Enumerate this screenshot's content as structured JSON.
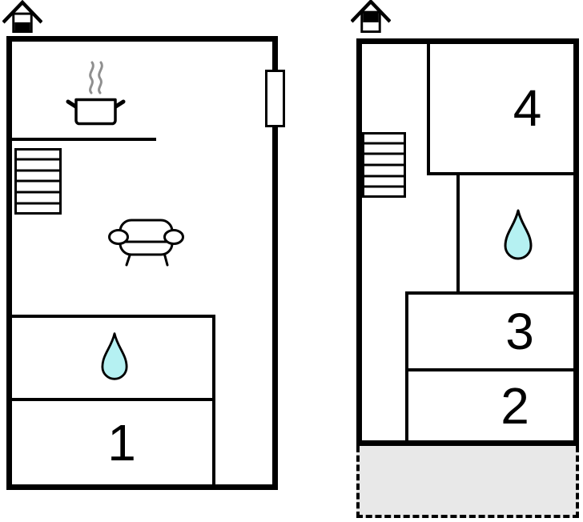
{
  "title": "Property floor plans",
  "colors": {
    "wall": "#000000",
    "drop_fill": "#b5f1f2",
    "terrace_fill": "#e8e8e8",
    "steam": "#8f8f8f",
    "background": "#ffffff"
  },
  "plans": {
    "left": {
      "chimney_variant": "bottom-filled",
      "rooms": [
        {
          "label": "1"
        }
      ],
      "features": [
        "chimney-icon",
        "stove-pot-icon",
        "kitchen-counter",
        "stairs-icon",
        "sofa-icon",
        "water-drop-icon",
        "window"
      ]
    },
    "right": {
      "chimney_variant": "top-filled",
      "rooms": [
        {
          "label": "4"
        },
        {
          "label": "3"
        },
        {
          "label": "2"
        }
      ],
      "features": [
        "chimney-icon",
        "stairs-icon",
        "water-drop-icon",
        "terrace"
      ]
    }
  }
}
